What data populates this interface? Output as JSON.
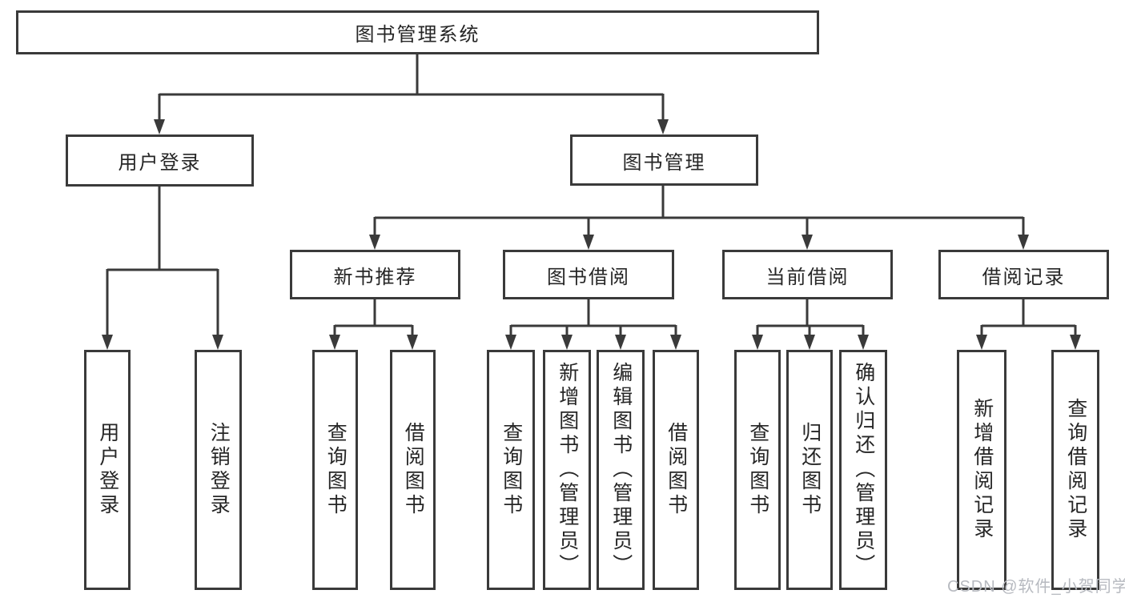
{
  "tree": {
    "label": "图书管理系统",
    "children": [
      {
        "label": "用户登录",
        "children": [
          {
            "label": "用户登录"
          },
          {
            "label": "注销登录"
          }
        ]
      },
      {
        "label": "图书管理",
        "children": [
          {
            "label": "新书推荐",
            "children": [
              {
                "label": "查询图书"
              },
              {
                "label": "借阅图书"
              }
            ]
          },
          {
            "label": "图书借阅",
            "children": [
              {
                "label": "查询图书"
              },
              {
                "label": "新增图书（管理员）"
              },
              {
                "label": "编辑图书（管理员）"
              },
              {
                "label": "借阅图书"
              }
            ]
          },
          {
            "label": "当前借阅",
            "children": [
              {
                "label": "查询图书"
              },
              {
                "label": "归还图书"
              },
              {
                "label": "确认归还（管理员）"
              }
            ]
          },
          {
            "label": "借阅记录",
            "children": [
              {
                "label": "新增借阅记录"
              },
              {
                "label": "查询借阅记录"
              }
            ]
          }
        ]
      }
    ]
  },
  "watermark": {
    "text": "CSDN @软件_小贺同学"
  },
  "colors": {
    "line": "#3a3a3a",
    "box_border": "#3a3a3a",
    "text": "#262626",
    "background": "#ffffff",
    "watermark": "#b7bac0"
  }
}
